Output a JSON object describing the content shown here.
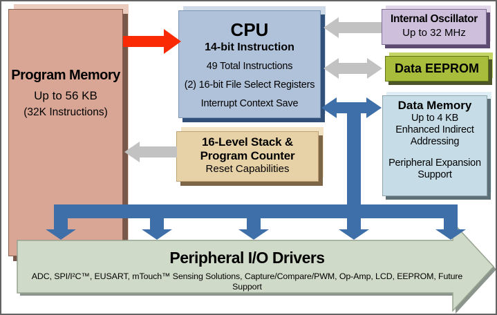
{
  "blocks": {
    "program_memory": {
      "title": "Program Memory",
      "line1": "Up to 56 KB",
      "line2": "(32K Instructions)"
    },
    "cpu": {
      "title": "CPU",
      "subtitle": "14-bit Instruction",
      "line1": "49 Total Instructions",
      "line2": "(2) 16-bit File Select Registers",
      "line3": "Interrupt Context Save"
    },
    "stack": {
      "line1": "16-Level Stack &",
      "line2": "Program Counter",
      "line3": "Reset Capabilities"
    },
    "internal_oscillator": {
      "title": "Internal Oscillator",
      "line1": "Up to 32 MHz"
    },
    "data_eeprom": {
      "title": "Data EEPROM"
    },
    "data_memory": {
      "title": "Data Memory",
      "line1": "Up to 4 KB",
      "line2": "Enhanced Indirect Addressing",
      "line3": "Peripheral Expansion Support"
    },
    "peripheral_io": {
      "title": "Peripheral I/O Drivers",
      "subtitle": "ADC, SPI/I²C™, EUSART, mTouch™ Sensing Solutions, Capture/Compare/PWM, Op-Amp, LCD, EEPROM, Future Support"
    }
  },
  "colors": {
    "bus_blue": "#3e6fa9",
    "arrow_red": "#f92a04",
    "arrow_gray": "#c2c2c2",
    "program_memory_fill": "#d9a695",
    "cpu_fill": "#b0c2d9",
    "stack_fill": "#e7d1a7",
    "oscillator_fill": "#cec0dc",
    "data_eeprom_fill": "#a9bd3c",
    "data_memory_fill": "#c6dde7",
    "peripheral_fill": "#d0dac8",
    "peripheral_border": "#96a38f",
    "peripheral_shadow": "#8b958d"
  }
}
